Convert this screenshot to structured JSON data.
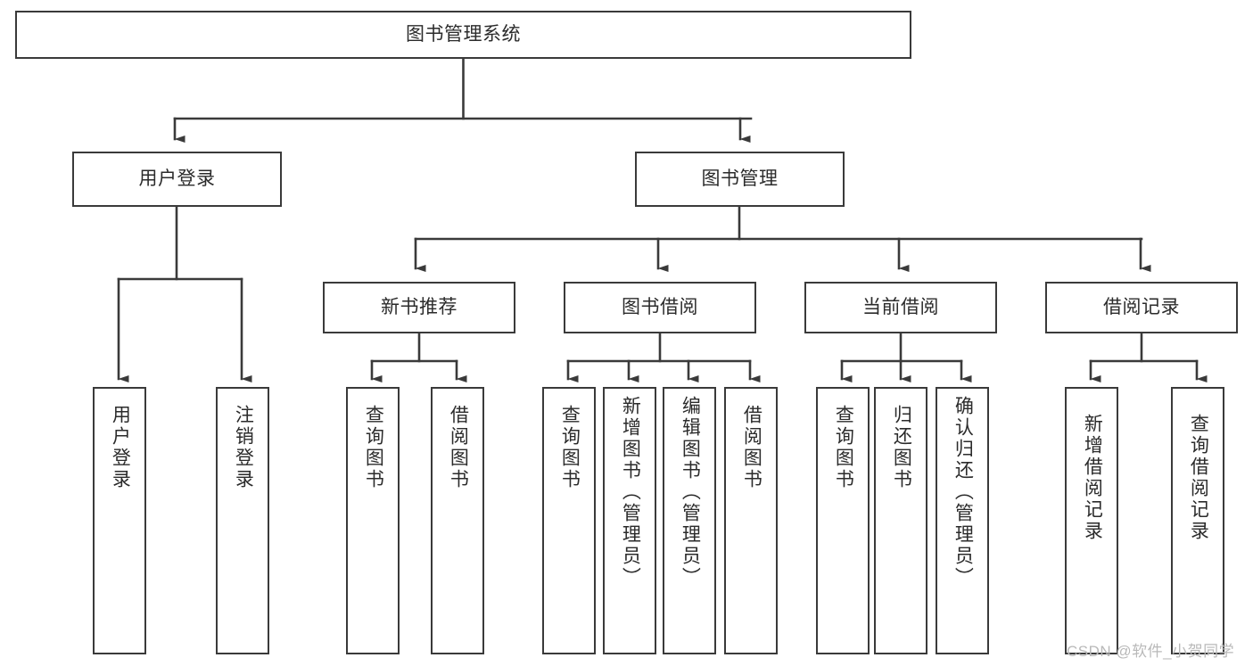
{
  "diagram": {
    "type": "tree-hierarchy",
    "title": "图书管理系统",
    "watermark": "CSDN @软件_小贺同学",
    "colors": {
      "stroke": "#3a3a3a",
      "fill": "#ffffff",
      "text": "#2b2b2b",
      "watermark": "#b9b9b9"
    },
    "nodes": {
      "root": {
        "label": "图书管理系统"
      },
      "level2": [
        {
          "id": "user-login",
          "label": "用户登录"
        },
        {
          "id": "book-manage",
          "label": "图书管理"
        }
      ],
      "level3": [
        {
          "id": "new-book-rec",
          "label": "新书推荐"
        },
        {
          "id": "book-borrow",
          "label": "图书借阅"
        },
        {
          "id": "current-borrow",
          "label": "当前借阅"
        },
        {
          "id": "borrow-record",
          "label": "借阅记录"
        }
      ],
      "leaves": {
        "user-login": [
          {
            "id": "leaf-user-login",
            "label": "用户登录"
          },
          {
            "id": "leaf-logout",
            "label": "注销登录"
          }
        ],
        "new-book-rec": [
          {
            "id": "leaf-query-book-1",
            "label": "查询图书"
          },
          {
            "id": "leaf-borrow-book-1",
            "label": "借阅图书"
          }
        ],
        "book-borrow": [
          {
            "id": "leaf-query-book-2",
            "label": "查询图书"
          },
          {
            "id": "leaf-add-book",
            "label": "新增图书（管理员）"
          },
          {
            "id": "leaf-edit-book",
            "label": "编辑图书（管理员）"
          },
          {
            "id": "leaf-borrow-book-2",
            "label": "借阅图书"
          }
        ],
        "current-borrow": [
          {
            "id": "leaf-query-book-3",
            "label": "查询图书"
          },
          {
            "id": "leaf-return-book",
            "label": "归还图书"
          },
          {
            "id": "leaf-confirm-return",
            "label": "确认归还（管理员）"
          }
        ],
        "borrow-record": [
          {
            "id": "leaf-add-record",
            "label": "新增借阅记录"
          },
          {
            "id": "leaf-query-record",
            "label": "查询借阅记录"
          }
        ]
      }
    }
  }
}
